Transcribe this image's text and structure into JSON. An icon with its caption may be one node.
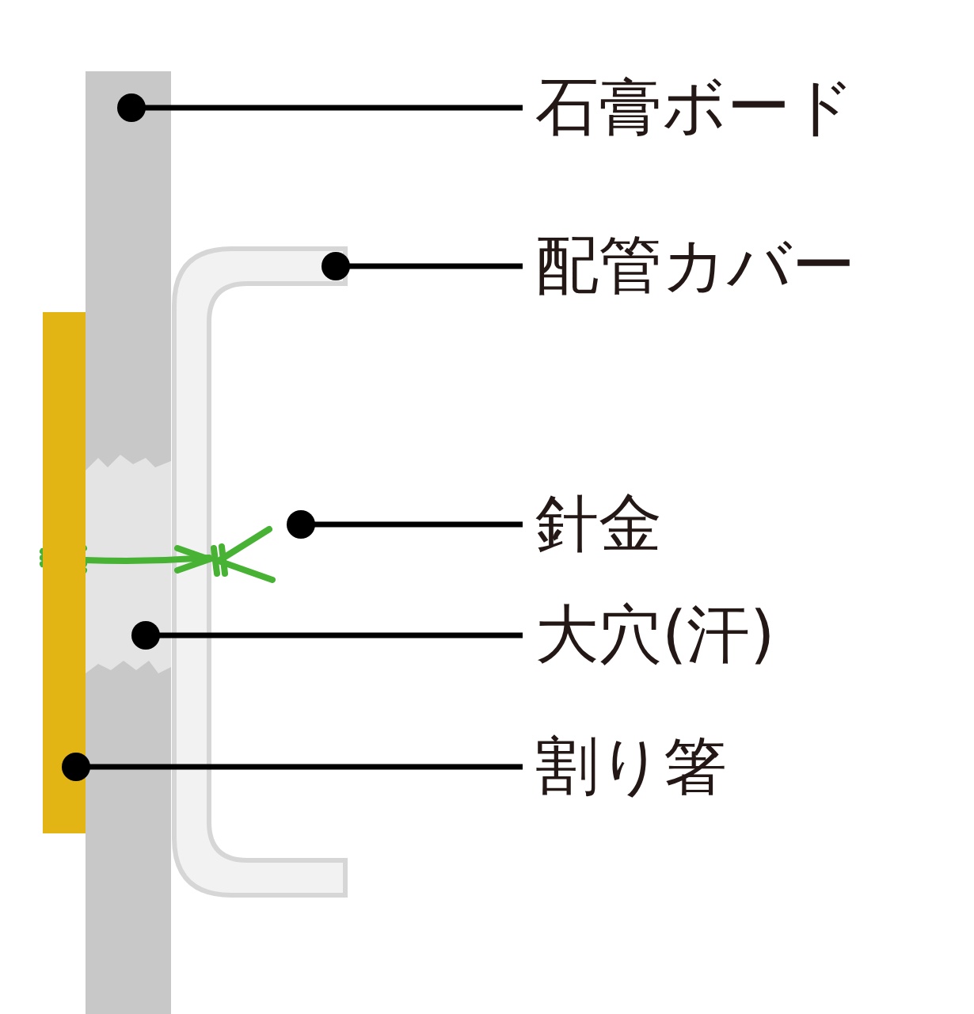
{
  "diagram": {
    "nodes": [
      {
        "text": [
          "石膏ボード"
        ]
      },
      {
        "text": [
          "配管カバー"
        ]
      },
      {
        "text": [
          "針金"
        ]
      },
      {
        "text": [
          "大穴(汗)"
        ]
      },
      {
        "text": [
          "割り箸"
        ]
      },
      {
        "text": [],
        "shape": "bar"
      },
      {
        "text": [],
        "shape": "picture"
      },
      {
        "text": [],
        "shape": "picture"
      },
      {
        "text": [],
        "shape": "box",
        "in": 5
      },
      {
        "text": [],
        "shape": "bar"
      }
    ],
    "edges": [
      {
        "from": 0,
        "to": 5,
        "arrow": "other"
      },
      {
        "from": 1,
        "to": 6,
        "arrow": "other"
      },
      {
        "from": 2,
        "to": 7,
        "arrow": "other"
      },
      {
        "from": 3,
        "to": 8,
        "arrow": "other"
      },
      {
        "from": 4,
        "to": 9,
        "arrow": "other"
      }
    ]
  }
}
